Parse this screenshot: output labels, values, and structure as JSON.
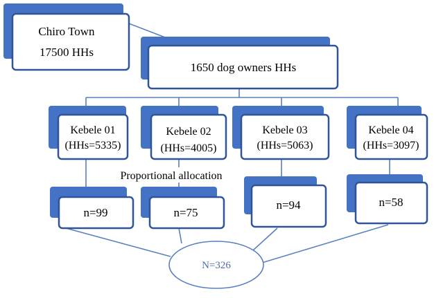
{
  "town": {
    "name": "Chiro Town",
    "households": "17500 HHs"
  },
  "owners": {
    "label": "1650 dog owners HHs"
  },
  "kebeles": [
    {
      "name": "Kebele 01",
      "hhs": "(HHs=5335)",
      "sample": "n=99"
    },
    {
      "name": "Kebele 02",
      "hhs": "(HHs=4005)",
      "sample": "n=75"
    },
    {
      "name": "Kebele 03",
      "hhs": "(HHs=5063)",
      "sample": "n=94"
    },
    {
      "name": "Kebele 04",
      "hhs": "(HHs=3097)",
      "sample": "n=58"
    }
  ],
  "allocation_label": "Proportional allocation",
  "total": {
    "label": "N=326"
  },
  "colors": {
    "accent": "#4472c4",
    "border": "#2f5597",
    "connector": "#5a7fbf",
    "total_text": "#4a6fa5"
  }
}
